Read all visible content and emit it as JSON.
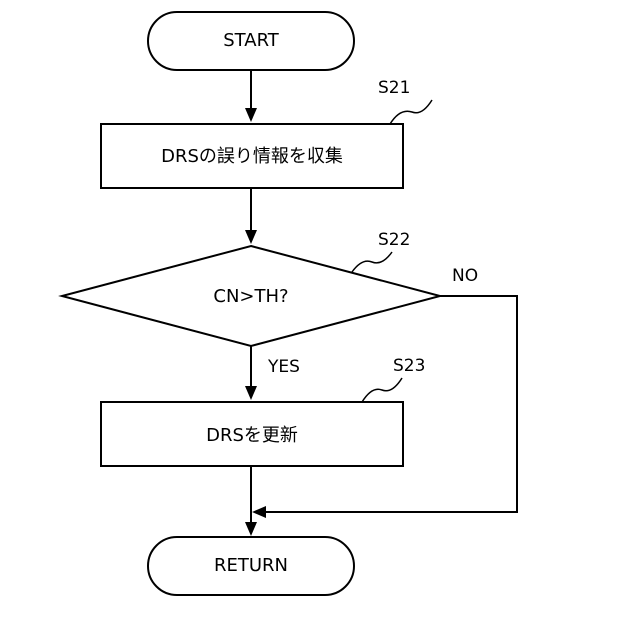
{
  "flowchart": {
    "start": {
      "label": "START"
    },
    "step_s21": {
      "step_id": "S21",
      "label": "DRSの誤り情報を収集"
    },
    "decision_s22": {
      "step_id": "S22",
      "label": "CN>TH?",
      "yes_label": "YES",
      "no_label": "NO"
    },
    "step_s23": {
      "step_id": "S23",
      "label": "DRSを更新"
    },
    "end": {
      "label": "RETURN"
    }
  }
}
